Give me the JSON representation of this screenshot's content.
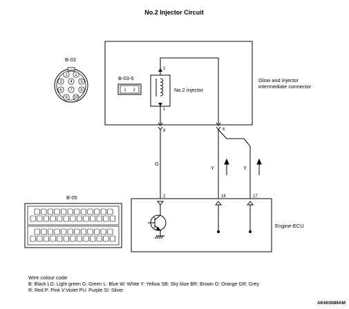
{
  "title": "No.2 Injector Circuit",
  "connectors": {
    "b03": {
      "label": "B-03",
      "pins": [
        "1",
        "2",
        "3",
        "4",
        "5",
        "6",
        "7",
        "8",
        "9",
        "10"
      ]
    },
    "b036": {
      "label": "B-03-6",
      "pins": [
        "1",
        "2"
      ]
    },
    "b05": {
      "label": "B-05"
    }
  },
  "glow_box": {
    "line1": "Glow and injector",
    "line2": "intermediate connector"
  },
  "injector": {
    "label": "No.2 injector",
    "pin_top": "2",
    "pin_bottom": "1"
  },
  "terminals": {
    "t9": "9",
    "t6": "6",
    "e2": "2",
    "e16": "16",
    "e17": "17"
  },
  "wires": {
    "g": "G",
    "y1": "Y",
    "y2": "Y"
  },
  "ecu": {
    "label": "Engine-ECU"
  },
  "legend": {
    "heading": "Wire colour code",
    "line1": "B: Black  LG: Light green  G: Green  L: Blue  W: White  Y: Yellow  SB: Sky blue  BR: Brown  O: Orange  GR: Grey",
    "line2": "R: Red  P: Pink  V:Violet  PU: Purple  SI: Silver"
  },
  "figure_id": "AK603089AM"
}
